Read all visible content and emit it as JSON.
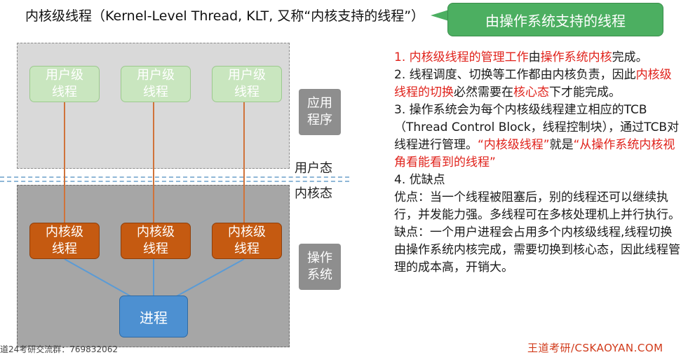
{
  "title": "内核级线程（Kernel-Level Thread, KLT, 又称“内核支持的线程”）",
  "callout": "由操作系统支持的线程",
  "diagram": {
    "user_threads": [
      {
        "line1": "用户级",
        "line2": "线程"
      },
      {
        "line1": "用户级",
        "line2": "线程"
      },
      {
        "line1": "用户级",
        "line2": "线程"
      }
    ],
    "kernel_threads": [
      {
        "line1": "内核级",
        "line2": "线程"
      },
      {
        "line1": "内核级",
        "line2": "线程"
      },
      {
        "line1": "内核级",
        "line2": "线程"
      }
    ],
    "process": "进程",
    "tag_app": {
      "line1": "应用",
      "line2": "程序"
    },
    "tag_os": {
      "line1": "操作",
      "line2": "系统"
    },
    "user_mode": "用户态",
    "kernel_mode": "内核态",
    "colors": {
      "wire_user": "#d0733a",
      "wire_process": "#5b9bd5"
    }
  },
  "points": {
    "p1_a": "1. 内核级线程的管理工作",
    "p1_b": "由",
    "p1_c": "操作系统内核",
    "p1_d": "完成。",
    "p2_a": "2. 线程调度、切换等工作都由内核负责，因此",
    "p2_b": "内核级线程的切换",
    "p2_c": "必然需要在",
    "p2_d": "核心态",
    "p2_e": "下才能完成。",
    "p3_a": "3. 操作系统会为每个内核级线程建立相应的TCB（Thread Control Block，线程控制块），通过TCB对线程进行管理。",
    "p3_b": "“内核级线程”",
    "p3_c": "就是",
    "p3_d": "“从操作系统内核视角看能看到的线程”",
    "p4": "4. 优缺点",
    "pro": "优点：当一个线程被阻塞后，别的线程还可以继续执行，并发能力强。多线程可在多核处理机上并行执行。",
    "con": "缺点：一个用户进程会占用多个内核级线程,线程切换由操作系统内核完成，需要切换到核心态，因此线程管理的成本高，开销大。"
  },
  "footer": {
    "left": "道24考研交流群：769832062",
    "right": "王道考研/CSKAOYAN.COM"
  }
}
